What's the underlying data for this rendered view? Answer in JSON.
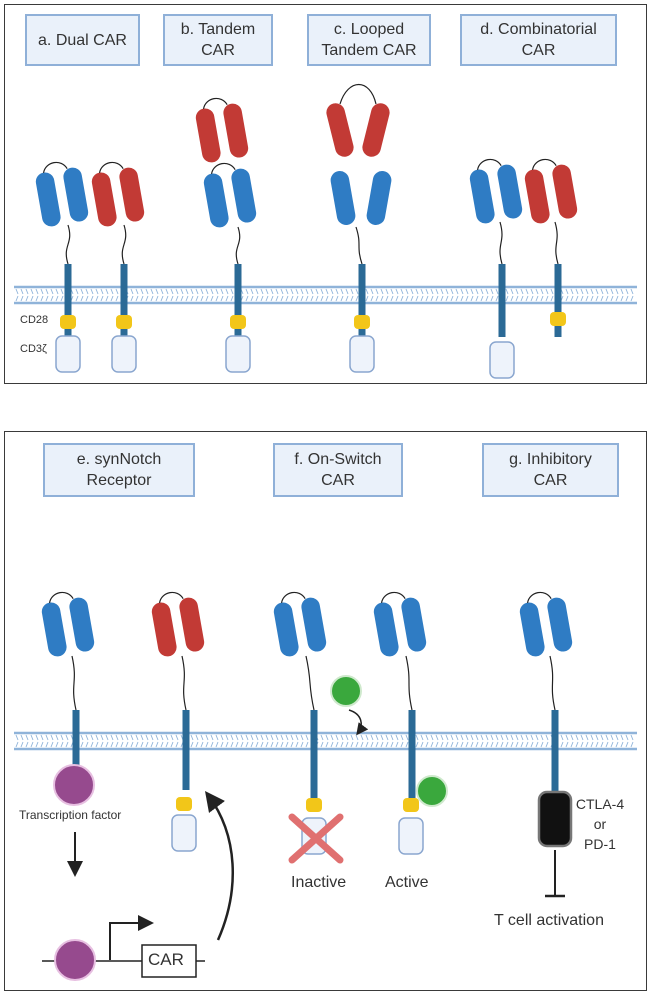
{
  "top_panel": {
    "labels": {
      "a": "a. Dual CAR",
      "b": "b. Tandem\nCAR",
      "c": "c. Looped\nTandem CAR",
      "d": "d. Combinatorial\nCAR"
    },
    "cd28": "CD28",
    "cd3z": "CD3ζ"
  },
  "bottom_panel": {
    "labels": {
      "e": "e. synNotch\nReceptor",
      "f": "f. On-Switch\nCAR",
      "g": "g. Inhibitory\nCAR"
    },
    "transcription_factor": "Transcription factor",
    "car_gene": "CAR",
    "inactive": "Inactive",
    "active": "Active",
    "inhibitory_domain": "CTLA-4\nor\nPD-1",
    "t_cell_activation": "T cell activation"
  },
  "colors": {
    "blue_scfv": "#2f7cc4",
    "red_scfv": "#c23a35",
    "stalk": "#2b6a96",
    "cd28_yellow": "#f2c619",
    "cd3z_fill": "#eef3fb",
    "cd3z_border": "#8aa6cf",
    "membrane": "#8fb3d9",
    "ligand_green": "#3aa83d",
    "tf_purple": "#964a8e",
    "x_mark": "#e07070"
  }
}
